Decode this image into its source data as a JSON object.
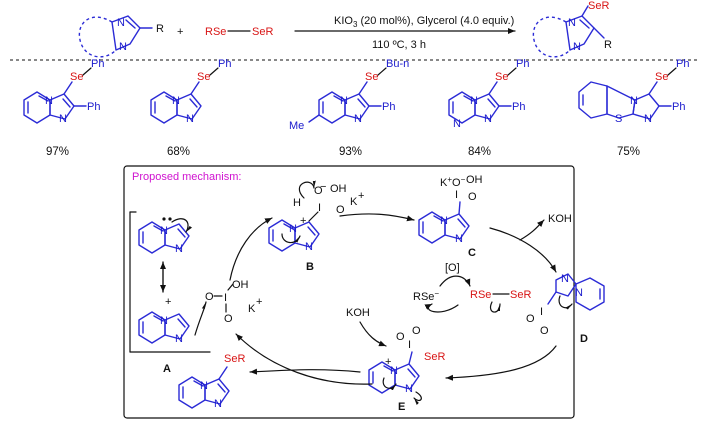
{
  "reaction": {
    "reagent1": "RSe",
    "reagent2": "SeR",
    "plus": "+",
    "R": "R",
    "product_SeR": "SeR",
    "product_R": "R",
    "condition_kio3": "KIO",
    "condition_kio3_sub": "3",
    "condition_rest": " (20 mol%), Glycerol (4.0 equiv.)",
    "condition_temp": "110 ºC, 3 h"
  },
  "products": [
    {
      "se": "Se",
      "sub": "Ph",
      "side": "Ph",
      "yield": "97%"
    },
    {
      "se": "Se",
      "sub": "Ph",
      "side": "",
      "yield": "68%"
    },
    {
      "se": "Se",
      "sub": "Bu-n",
      "side": "Ph",
      "me": "Me",
      "yield": "93%"
    },
    {
      "se": "Se",
      "sub": "Ph",
      "side": "Ph",
      "yield": "84%"
    },
    {
      "se": "Se",
      "sub": "Ph",
      "side": "Ph",
      "s": "S",
      "yield": "75%"
    }
  ],
  "mechanism": {
    "title": "Proposed mechanism:",
    "labels": {
      "A": "A",
      "B": "B",
      "C": "C",
      "D": "D",
      "E": "E"
    },
    "N": "N",
    "koh": "KOH",
    "koh2": "KOH",
    "o_label": "[O]",
    "rse_minus": "RSe",
    "minus": "−",
    "rse": "RSe",
    "ser": "SeR",
    "ser_e": "SeR",
    "ser_final": "SeR",
    "B_K": "K",
    "B_OH": "OH",
    "C_KO": "K",
    "C_OH": "OH",
    "io3_K": "K",
    "io3_OH": "OH",
    "O": "O",
    "I": "I",
    "H": "H",
    "plus_sign": "+"
  },
  "colors": {
    "structure": "#2b2bd6",
    "selenium": "#d81515",
    "mechanism_title": "#d012d0",
    "text": "#111111"
  }
}
